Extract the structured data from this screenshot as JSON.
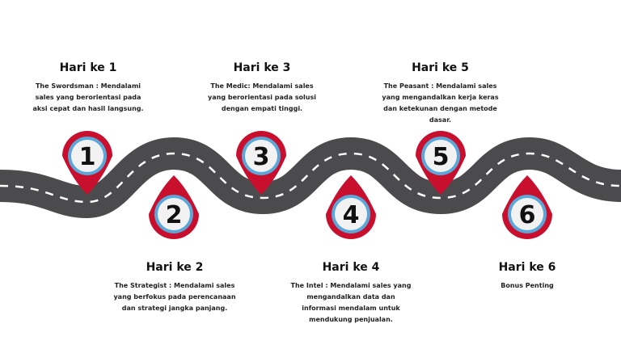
{
  "colors": {
    "road": "#4b4b4d",
    "lane": "#ffffff",
    "pin": "#c8102e",
    "pin_ring": "#5aa7d8",
    "pin_face": "#f2f2f2"
  },
  "steps": [
    {
      "number": "1",
      "title": "Hari ke 1",
      "desc": "The Swordsman : Mendalami sales yang berorientasi pada aksi cepat dan hasil langsung."
    },
    {
      "number": "2",
      "title": "Hari ke 2",
      "desc": "The Strategist : Mendalami sales yang berfokus pada perencanaan dan strategi jangka panjang."
    },
    {
      "number": "3",
      "title": "Hari ke 3",
      "desc": "The Medic:  Mendalami sales yang berorientasi pada solusi dengan empati tinggi."
    },
    {
      "number": "4",
      "title": "Hari ke 4",
      "desc": "The Intel : Mendalami sales yang mengandalkan data dan informasi mendalam untuk mendukung penjualan."
    },
    {
      "number": "5",
      "title": "Hari ke 5",
      "desc": "The Peasant : Mendalami sales yang mengandalkan kerja keras dan ketekunan dengan metode dasar."
    },
    {
      "number": "6",
      "title": "Hari ke 6",
      "desc": "Bonus Penting"
    }
  ]
}
